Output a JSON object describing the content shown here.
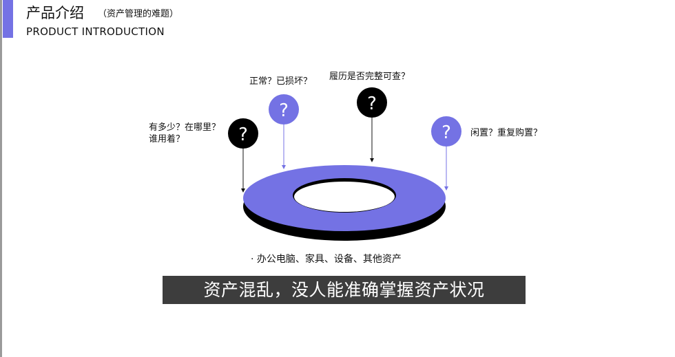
{
  "header": {
    "title_cn": "产品介绍",
    "subtitle": "（资产管理的难题）",
    "title_en": "PRODUCT INTRODUCTION"
  },
  "questions": [
    {
      "text": "有多少？在哪里？\n谁用着？",
      "style": "dark"
    },
    {
      "text": "正常？已损坏？",
      "style": "accent"
    },
    {
      "text": "履历是否完整可查？",
      "style": "dark"
    },
    {
      "text": "闲置？重复购置？",
      "style": "accent"
    }
  ],
  "question_mark": "?",
  "asset_note": "· 办公电脑、家具、设备、其他资产",
  "banner": "资产混乱，没人能准确掌握资产状况",
  "colors": {
    "accent": "#7472e4",
    "dark": "#000000",
    "banner_bg": "#3d3d3d",
    "left_rule": "#9a9a9a"
  }
}
